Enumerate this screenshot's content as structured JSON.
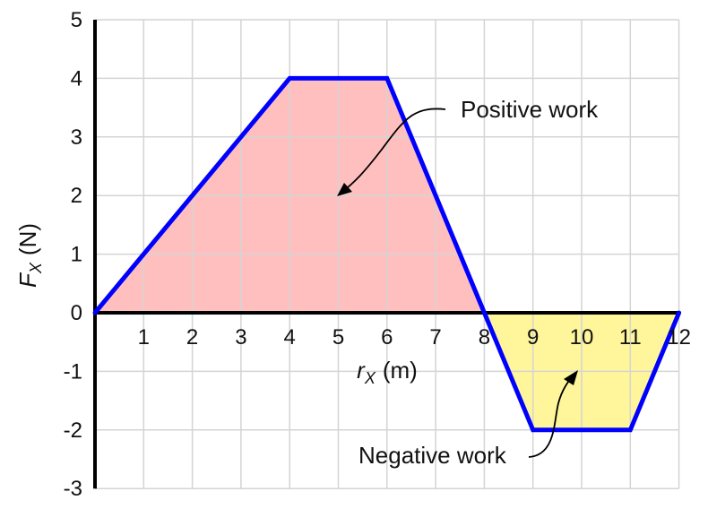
{
  "chart_data": {
    "type": "area",
    "title": "",
    "xlabel": {
      "main": "r",
      "sub": "X",
      "unit": "(m)"
    },
    "ylabel": {
      "main": "F",
      "sub": "X",
      "unit": "(N)"
    },
    "xlim": [
      0,
      12
    ],
    "ylim": [
      -3,
      5
    ],
    "grid": true,
    "x_ticks": [
      "1",
      "2",
      "3",
      "4",
      "5",
      "6",
      "7",
      "8",
      "9",
      "10",
      "11",
      "12"
    ],
    "y_ticks": [
      "5",
      "4",
      "3",
      "2",
      "1",
      "0",
      "-1",
      "-2",
      "-3"
    ],
    "series": [
      {
        "x": [
          0,
          4,
          6,
          8,
          9,
          11,
          12
        ],
        "y": [
          0,
          4,
          4,
          0,
          -2,
          -2,
          0
        ],
        "color": "#0000ff"
      }
    ],
    "regions": [
      {
        "label": "Positive work",
        "x_range": [
          0,
          8
        ],
        "fill": "#ffbfbf"
      },
      {
        "label": "Negative work",
        "x_range": [
          8,
          12
        ],
        "fill": "#fff59a"
      }
    ]
  }
}
